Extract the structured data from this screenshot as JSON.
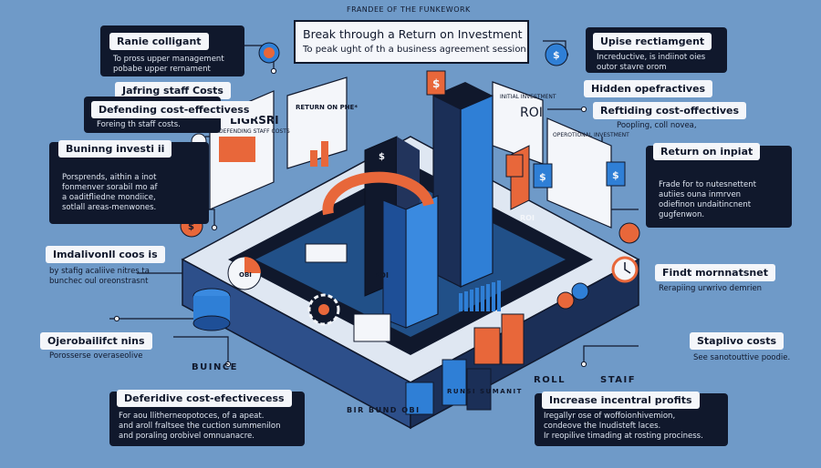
{
  "header": {
    "supertitle": "FRANDEE OF THE FUNKEWORK",
    "title": "Break through a Return on Investment",
    "subtitle": "To peak ught of th a business agreement session"
  },
  "left_cards": [
    {
      "heading": "Ranie colligant",
      "body": "To pross upper management\npobabe upper rernament"
    },
    {
      "heading": "Defending cost-effectivess",
      "body": "Foreing th staff costs."
    },
    {
      "heading": "Buninng investi ii",
      "body": "Porsprends, aithin a inot\nfonmenver sorabil mo af\na oaditfliedne mondiice,\nsotlall areas-menwones."
    },
    {
      "heading": "Deferidive cost-efectivecess",
      "body": "For aou llitherneopotoces, of a apeat.\nand aroll fraltsee the cuction summenilon\nand poraling orobivel omnuanacre."
    }
  ],
  "left_tags": [
    {
      "label": "Jafring staff Costs"
    },
    {
      "label": "Imdalivonll coos is",
      "body": "by stafig acaliive nitres ta\nbunchec oul oreonstrasnt"
    },
    {
      "label": "Ojerobailifct nins",
      "body": "Porosserse overaseolive"
    }
  ],
  "right_cards": [
    {
      "heading": "Upise rectiamgent",
      "body": "Increductive, is indiinot oies\noutor stavre orom"
    },
    {
      "heading": "Return on inpiat",
      "body": "Frade for to nutesnettent\nautiies ouna inmrven\nodiefinon undaitincnent\ngugfenwon."
    },
    {
      "heading": "Increase incentral profits",
      "body": "Iregallyr ose of woffoionhivemion,\ncondeove the Inudisteft laces.\nIr reopilive timading at rosting prociness."
    }
  ],
  "right_tags": [
    {
      "label": "Hidden opefractives"
    },
    {
      "label": "Reftiding cost-offectives",
      "body": "Poopling, coll novea,"
    },
    {
      "label": "Findt mornnatsnet",
      "body": "Rerapiing urwrivo demrien"
    },
    {
      "label": "Staplivo costs",
      "body": "See sanotouttive poodie."
    }
  ],
  "scene_labels": {
    "ligrsri": "LIGRSRI",
    "roi_main": "ROI",
    "return_on_phe": "RETURN ON PHE*",
    "floor_left": "BUINCE",
    "floor_mid": "ROLL",
    "floor_right": "STAIF",
    "floor_front": "BIR BUND OBI",
    "floor_front2": "RUNSI SUMANIT",
    "board_left": "DEFENDING STAFF COSTS",
    "board_right": "OPEROTIONAL INVESTMENT",
    "board_center": "INITIAL INVESTMENT",
    "pie_label": "OBI",
    "roi_box": "ROI",
    "side_label": "ROI",
    "s": "$"
  },
  "colors": {
    "background": "#6f9ac8",
    "dark": "#10182c",
    "accent": "#e8673a",
    "blue": "#2f7fd6",
    "light": "#f4f6fa"
  }
}
